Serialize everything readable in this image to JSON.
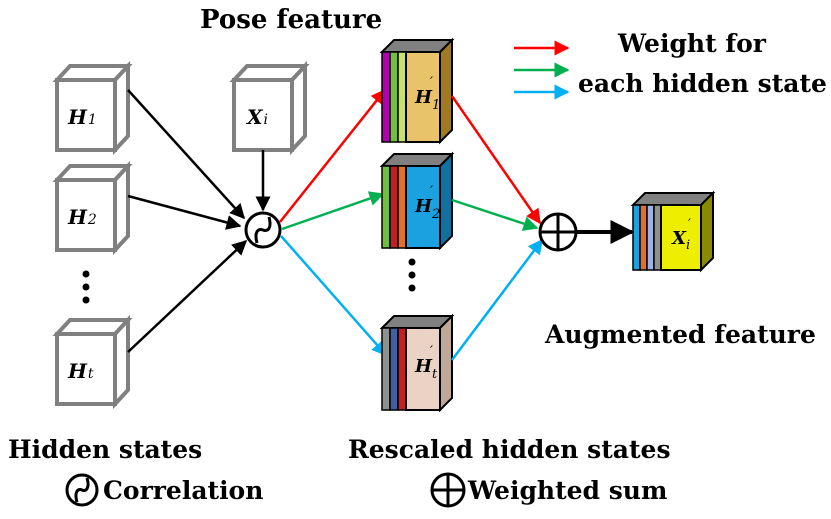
{
  "labels": {
    "pose_feature": "Pose feature",
    "hidden_states": "Hidden states",
    "rescaled_hidden_states": "Rescaled hidden states",
    "augmented_feature": "Augmented feature",
    "correlation": "Correlation",
    "weighted_sum": "Weighted sum",
    "legend_line1": "Weight for",
    "legend_line2": "each hidden state"
  },
  "symbols": {
    "h1_base": "H",
    "h1_sub": "1",
    "h2_base": "H",
    "h2_sub": "2",
    "ht_base": "H",
    "ht_sub": "t",
    "x_base": "X",
    "x_sub": "i",
    "hp1_base": "H",
    "hp1_sub": "1",
    "hp1_prime": "′",
    "hp2_base": "H",
    "hp2_sub": "2",
    "hp2_prime": "′",
    "hpt_base": "H",
    "hpt_sub": "t",
    "hpt_prime": "′",
    "xp_base": "X",
    "xp_sub": "i",
    "xp_prime": "′"
  },
  "colors": {
    "red_arrow": "#ff0000",
    "green_arrow": "#00b050",
    "blue_arrow": "#00b0f0",
    "box_gray": "#808080",
    "h1_front": "#e8c36a",
    "h2_front": "#1ba0e0",
    "ht_front": "#ead3c5",
    "xp_front": "#eeee00"
  }
}
